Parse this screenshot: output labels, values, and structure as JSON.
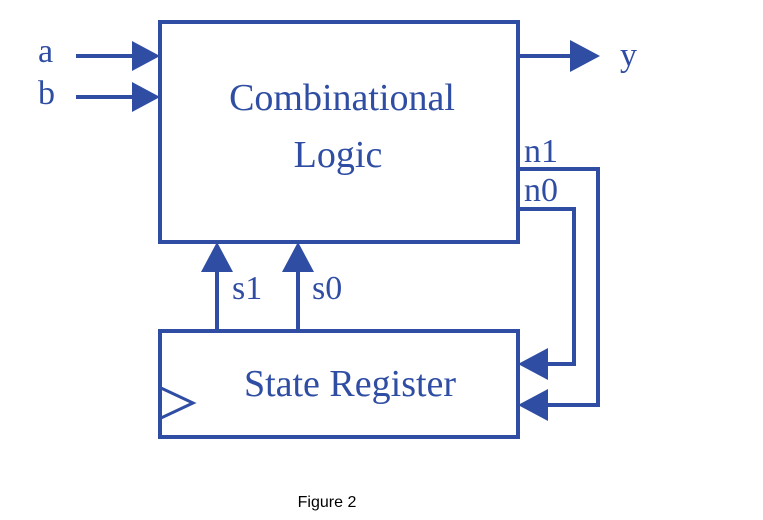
{
  "colors": {
    "diagram": "#2f4ea3",
    "caption": "#000000",
    "background": "#ffffff"
  },
  "inputs": {
    "a": "a",
    "b": "b"
  },
  "output": {
    "y": "y"
  },
  "combinational_logic": {
    "line1": "Combinational",
    "line2": "Logic"
  },
  "state_register": {
    "label": "State Register"
  },
  "next_state": {
    "n1": "n1",
    "n0": "n0"
  },
  "current_state": {
    "s1": "s1",
    "s0": "s0"
  },
  "figure": {
    "caption": "Figure 2"
  }
}
